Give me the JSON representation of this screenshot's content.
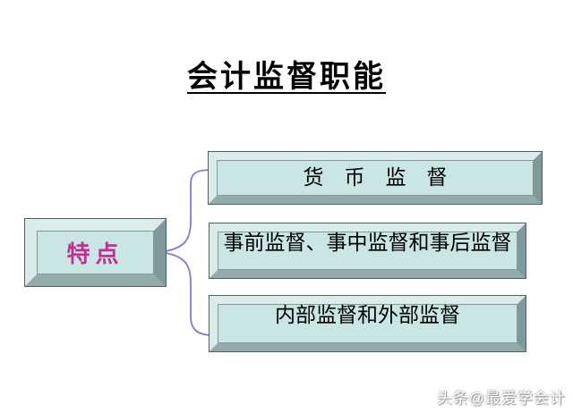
{
  "slide": {
    "title": "会计监督职能",
    "feature_box": {
      "label": "特点",
      "text_color": "#c2308f"
    },
    "branches": [
      {
        "label": "货　币　监　督"
      },
      {
        "label": "事前监督、事中监督和事后监督"
      },
      {
        "label": "内部监督和外部监督"
      }
    ],
    "watermark": "头条@最爱学会计",
    "colors": {
      "background": "#ffffff",
      "box_fill": "#c9e6e4",
      "bevel_light": "#dcecea",
      "bevel_dark": "#7f999c",
      "box_outline": "#4d6164",
      "connector": "#8478d2",
      "title_text": "#000000",
      "branch_text": "#000000"
    }
  }
}
